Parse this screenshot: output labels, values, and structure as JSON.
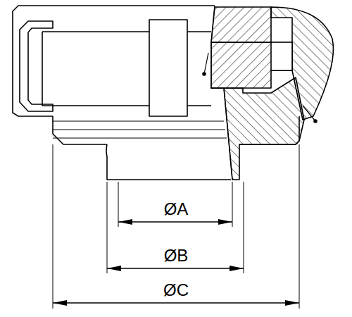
{
  "diagram": {
    "labels": [
      "ØA",
      "ØB",
      "ØC"
    ]
  }
}
